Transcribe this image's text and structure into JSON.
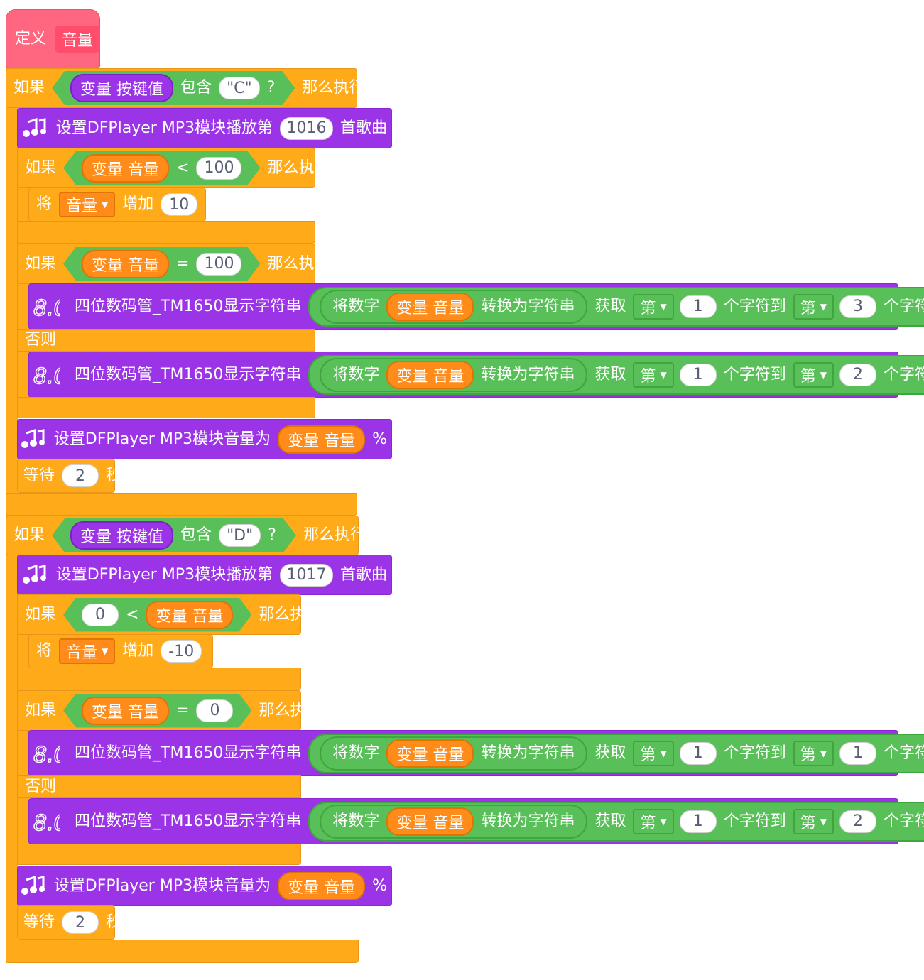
{
  "define": {
    "label": "定义",
    "proc_name": "音量"
  },
  "kw": {
    "if": "如果",
    "then": "那么执行",
    "else": "否则",
    "contains": "包含",
    "question": "?",
    "variable": "变量",
    "set_word": "将",
    "increase": "增加",
    "wait": "等待",
    "seconds": "秒",
    "lt": "<",
    "eq": "=",
    "percent": "%"
  },
  "vars": {
    "key_value": "按键值",
    "volume": "音量"
  },
  "blocks": {
    "play_prefix": "设置DFPlayer MP3模块播放第",
    "play_suffix": "首歌曲",
    "set_volume": "设置DFPlayer MP3模块音量为",
    "tm1650": "四位数码管_TM1650显示字符串",
    "num_to_str_a": "将数字",
    "num_to_str_b": "转换为字符串",
    "get": "获取",
    "nth": "第",
    "char_to": "个字符到",
    "char": "个字符"
  },
  "sections": [
    {
      "key": "\"C\"",
      "song": "1016",
      "cond1_left": "变量 音量",
      "cond1_right": "100",
      "change": "10",
      "cond2_right": "100",
      "sub_if": {
        "from": "1",
        "to": "3"
      },
      "sub_else": {
        "from": "1",
        "to": "2"
      },
      "wait": "2"
    },
    {
      "key": "\"D\"",
      "song": "1017",
      "cond1_left": "0",
      "cond1_right": "变量 音量",
      "change": "-10",
      "cond2_right": "0",
      "sub_if": {
        "from": "1",
        "to": "1"
      },
      "sub_else": {
        "from": "1",
        "to": "2"
      },
      "wait": "2"
    }
  ],
  "colors": {
    "control": "#ffab19",
    "define": "#ff6680",
    "extension": "#9b33e6",
    "operator": "#59c059",
    "variable": "#ff8c1a"
  },
  "icons": [
    "music-notes-icon",
    "seven-segment-icon",
    "dropdown-caret-icon"
  ]
}
